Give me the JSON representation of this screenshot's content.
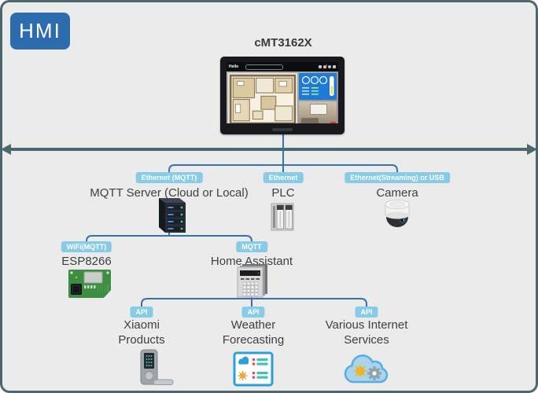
{
  "hmi_badge": "HMI",
  "device": {
    "title": "cMT3162X",
    "screen_greeting": "Hello"
  },
  "colors": {
    "background": "#ebebeb",
    "hmi_badge_bg": "#2e6cb0",
    "connection_badge_bg": "#88cbe6",
    "connector_line_blue": "#3a6fad",
    "divider_teal": "#4b686c",
    "label_text": "#3f3f3f"
  },
  "tier1": [
    {
      "badge": "Ethernet (MQTT)",
      "label": "MQTT Server (Cloud or Local)",
      "icon": "server-rack-icon"
    },
    {
      "badge": "Ethernet",
      "label": "PLC",
      "icon": "plc-modules-icon"
    },
    {
      "badge": "Ethernet(Streaming) or USB",
      "label": "Camera",
      "icon": "dome-camera-icon"
    }
  ],
  "tier2": [
    {
      "badge": "WiFi(MQTT)",
      "label": "ESP8266",
      "icon": "circuit-board-icon"
    },
    {
      "badge": "MQTT",
      "label": "Home Assistant",
      "icon": "control-panel-icon"
    }
  ],
  "tier3": [
    {
      "badge": "API",
      "label": "Xiaomi Products",
      "icon": "smart-lock-icon"
    },
    {
      "badge": "API",
      "label": "Weather Forecasting",
      "icon": "weather-widget-icon"
    },
    {
      "badge": "API",
      "label": "Various Internet Services",
      "icon": "cloud-services-icon"
    }
  ]
}
